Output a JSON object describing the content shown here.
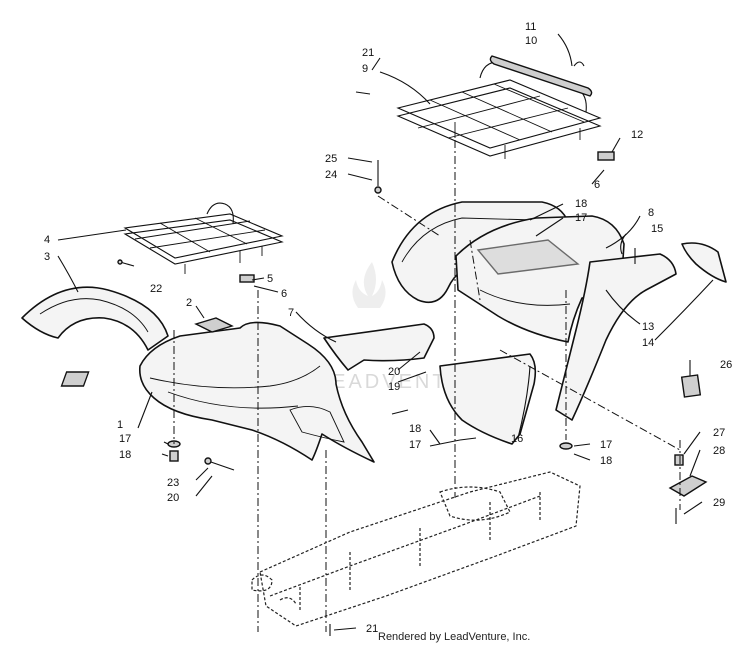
{
  "callouts": [
    {
      "id": "c-1",
      "text": "1"
    },
    {
      "id": "c-2",
      "text": "2"
    },
    {
      "id": "c-3",
      "text": "3"
    },
    {
      "id": "c-4",
      "text": "4"
    },
    {
      "id": "c-5",
      "text": "5"
    },
    {
      "id": "c-6a",
      "text": "6"
    },
    {
      "id": "c-6b",
      "text": "6"
    },
    {
      "id": "c-7",
      "text": "7"
    },
    {
      "id": "c-8",
      "text": "8"
    },
    {
      "id": "c-9",
      "text": "9"
    },
    {
      "id": "c-10",
      "text": "10"
    },
    {
      "id": "c-11",
      "text": "11"
    },
    {
      "id": "c-12",
      "text": "12"
    },
    {
      "id": "c-13",
      "text": "13"
    },
    {
      "id": "c-14",
      "text": "14"
    },
    {
      "id": "c-15",
      "text": "15"
    },
    {
      "id": "c-16",
      "text": "16"
    },
    {
      "id": "c-17a",
      "text": "17"
    },
    {
      "id": "c-17b",
      "text": "17"
    },
    {
      "id": "c-17c",
      "text": "17"
    },
    {
      "id": "c-17d",
      "text": "17"
    },
    {
      "id": "c-18a",
      "text": "18"
    },
    {
      "id": "c-18b",
      "text": "18"
    },
    {
      "id": "c-18c",
      "text": "18"
    },
    {
      "id": "c-18d",
      "text": "18"
    },
    {
      "id": "c-19",
      "text": "19"
    },
    {
      "id": "c-20a",
      "text": "20"
    },
    {
      "id": "c-20b",
      "text": "20"
    },
    {
      "id": "c-21a",
      "text": "21"
    },
    {
      "id": "c-21b",
      "text": "21"
    },
    {
      "id": "c-22",
      "text": "22"
    },
    {
      "id": "c-23",
      "text": "23"
    },
    {
      "id": "c-24",
      "text": "24"
    },
    {
      "id": "c-25",
      "text": "25"
    },
    {
      "id": "c-26",
      "text": "26"
    },
    {
      "id": "c-27",
      "text": "27"
    },
    {
      "id": "c-28",
      "text": "28"
    },
    {
      "id": "c-29",
      "text": "29"
    }
  ],
  "watermark": "LEADVENTURE",
  "credit": "Rendered by LeadVenture, Inc."
}
